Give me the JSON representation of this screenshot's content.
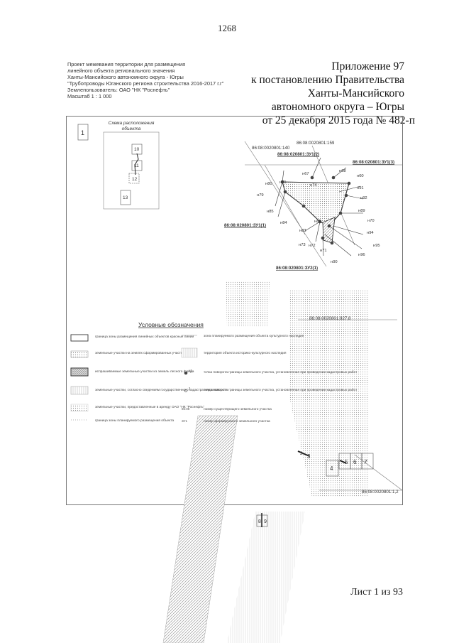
{
  "page_number": "1268",
  "project_text": [
    "Проект межевания территории для размещения",
    "линейного объекта регионального значения",
    "Ханты-Мансийского автономного округа - Югры",
    "\"Трубопроводы Юганского региона строительства 2016-2017 г.г\"",
    "Землепользователь: ОАО \"НК \"Роснефть\"",
    "Масштаб 1 : 1 000"
  ],
  "appendix_text": [
    "Приложение 97",
    "к постановлению Правительства",
    "Ханты-Мансийского",
    "автономного округа – Югры",
    "от 25 декабря 2015 года № 482-п"
  ],
  "sheet_label": "Лист 1 из 93",
  "map": {
    "north_marker": "1",
    "inset_title": "Схема расположения объекта",
    "inset_numbers": [
      "10",
      "11",
      "12",
      "13"
    ],
    "parcel_labels": {
      "p140": "86:08:0020801:140",
      "p159": "86:08:0020801:159",
      "zu1_2": "86:08:020801:ЗУ1(2)",
      "zu1_3": "86:08:020801:ЗУ1(3)",
      "zu1_1": "86:08:020801:ЗУ1(1)",
      "zu2_1": "86:08:020801:ЗУ2(1)",
      "p927": "86:08:0020801:927,8",
      "p1": "86:08:0020801:1,2"
    },
    "point_labels": [
      "н80",
      "н81",
      "н67",
      "н68",
      "н60",
      "н74",
      "н91",
      "н79",
      "н92",
      "н89",
      "н85",
      "н82",
      "н70",
      "н84",
      "н83",
      "н94",
      "н73",
      "н72",
      "н95",
      "н71",
      "н90",
      "н96"
    ],
    "sheet_numbers": [
      "2",
      "3",
      "4",
      "5",
      "6",
      "7",
      "8",
      "9"
    ]
  },
  "legend": {
    "title": "Условные обозначения",
    "left": [
      "граница зоны размещения линейных объектов красные линии",
      "земельные участки на землях сформированных участков",
      "испрашиваемые земельные участки из земель лесного фонда",
      "земельные участки, согласно сведениям государственного кадастра недвижимости",
      "земельные участки, предоставленные в аренду ОАО \"НК \"Роснефть\"",
      "граница зоны планируемого размещения объекта"
    ],
    "right": [
      "зона планируемого размещения объекта культурного наследия",
      "территория объекта историко-культурного наследия",
      "точка поворота границы земельного участка, установленная при проведении кадастровых работ",
      "точка поворота границы земельного участка, установленная при проведении кадастровых работ",
      "номер существующего земельного участка",
      "номер формируемого земельного участка"
    ],
    "symbol_h1": "н1",
    "symbol_1": "1"
  }
}
